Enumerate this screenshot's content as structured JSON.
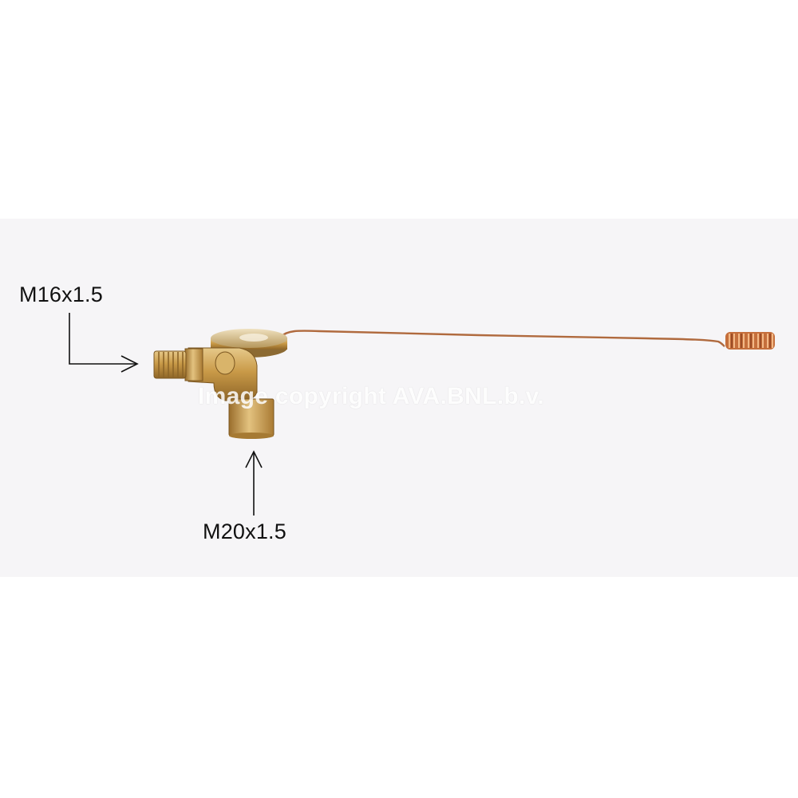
{
  "labels": {
    "inlet_thread": "M16x1.5",
    "outlet_thread": "M20x1.5"
  },
  "watermark": "Image copyright AVA.BNL.b.v.",
  "colors": {
    "background": "#ffffff",
    "panel": "#f6f5f7",
    "brass": "#c9a054",
    "copper": "#b8683c",
    "arrow": "#111111"
  }
}
